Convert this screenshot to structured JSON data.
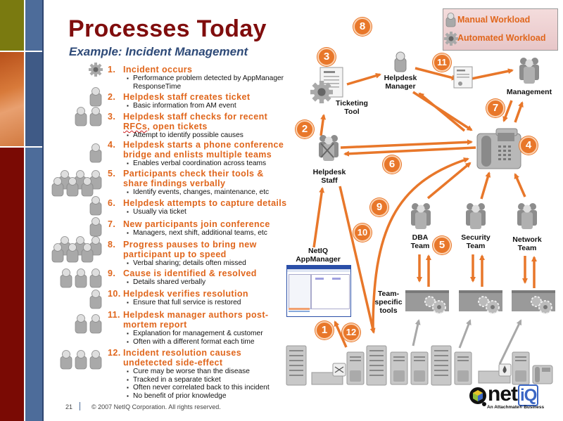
{
  "slide": {
    "title": "Processes Today",
    "subtitle": "Example: Incident Management",
    "page_number": "21",
    "copyright": "© 2007 NetIQ Corporation. All rights reserved."
  },
  "colors": {
    "accent_orange": "#e0661c",
    "title_red": "#800d0d",
    "subtitle_blue": "#2e4a78",
    "arrow_orange": "#e8772a",
    "arrow_gray": "#a8a8a8"
  },
  "steps": [
    {
      "num": "1.",
      "title": "Incident occurs",
      "bullets": [
        "Performance problem detected by AppManager ResponseTime"
      ],
      "workload": "automated",
      "people": 0
    },
    {
      "num": "2.",
      "title": "Helpdesk staff creates ticket",
      "bullets": [
        "Basic information from AM event"
      ],
      "workload": "manual",
      "people": 1
    },
    {
      "num": "3.",
      "title_pre": "Helpdesk staff checks for recent ",
      "title_rfc": "RFCs",
      "title_post": ", open tickets",
      "bullets": [
        "Attempt to identify possible causes"
      ],
      "workload": "manual",
      "people": 2
    },
    {
      "num": "4.",
      "title": "Helpdesk starts a phone conference bridge and enlists multiple teams",
      "bullets": [
        "Enables verbal coordination across teams"
      ],
      "workload": "manual",
      "people": 1
    },
    {
      "num": "5.",
      "title": "Participants check their tools & share findings verbally",
      "bullets": [
        "Identify events, changes, maintenance, etc"
      ],
      "workload": "manual",
      "people": 6
    },
    {
      "num": "6.",
      "title": "Helpdesk attempts to capture details",
      "bullets": [
        "Usually via ticket"
      ],
      "workload": "manual",
      "people": 1
    },
    {
      "num": "7.",
      "title": "New participants join conference",
      "bullets": [
        "Managers, next shift, additional teams, etc"
      ],
      "workload": "manual",
      "people": 1
    },
    {
      "num": "8.",
      "title": "Progress pauses to bring new participant up to speed",
      "bullets": [
        "Verbal sharing; details often missed"
      ],
      "workload": "manual",
      "people": 6
    },
    {
      "num": "9.",
      "title": "Cause is identified & resolved",
      "bullets": [
        "Details shared verbally"
      ],
      "workload": "manual",
      "people": 3
    },
    {
      "num": "10.",
      "title": "Helpdesk verifies resolution",
      "bullets": [
        "Ensure that full service is restored"
      ],
      "workload": "manual",
      "people": 1
    },
    {
      "num": "11.",
      "title": "Helpdesk manager authors post-mortem report",
      "bullets": [
        "Explanation for management & customer",
        "Often with a different format each time"
      ],
      "workload": "manual",
      "people": 2
    },
    {
      "num": "12.",
      "title": "Incident resolution causes undetected side-effect",
      "bullets": [
        "Cure may be worse than the disease",
        "Tracked in a separate ticket",
        "Often never correlated back to this incident",
        "No benefit of prior knowledge"
      ],
      "workload": "manual",
      "people": 3
    }
  ],
  "legend": {
    "manual": "Manual Workload",
    "automated": "Automated Workload"
  },
  "diagram": {
    "nodes": {
      "ticketing_tool": "Ticketing Tool",
      "helpdesk_manager": "Helpdesk Manager",
      "management": "Management",
      "helpdesk_staff": "Helpdesk Staff",
      "appmanager": "NetIQ AppManager",
      "dba_team": "DBA Team",
      "security_team": "Security Team",
      "network_team": "Network Team",
      "team_tools": "Team-specific tools"
    },
    "badges": [
      "1",
      "2",
      "3",
      "4",
      "5",
      "6",
      "7",
      "8",
      "9",
      "10",
      "11",
      "12"
    ]
  },
  "logo": {
    "text": "netiQ",
    "tagline": "An Attachmate® Business"
  }
}
